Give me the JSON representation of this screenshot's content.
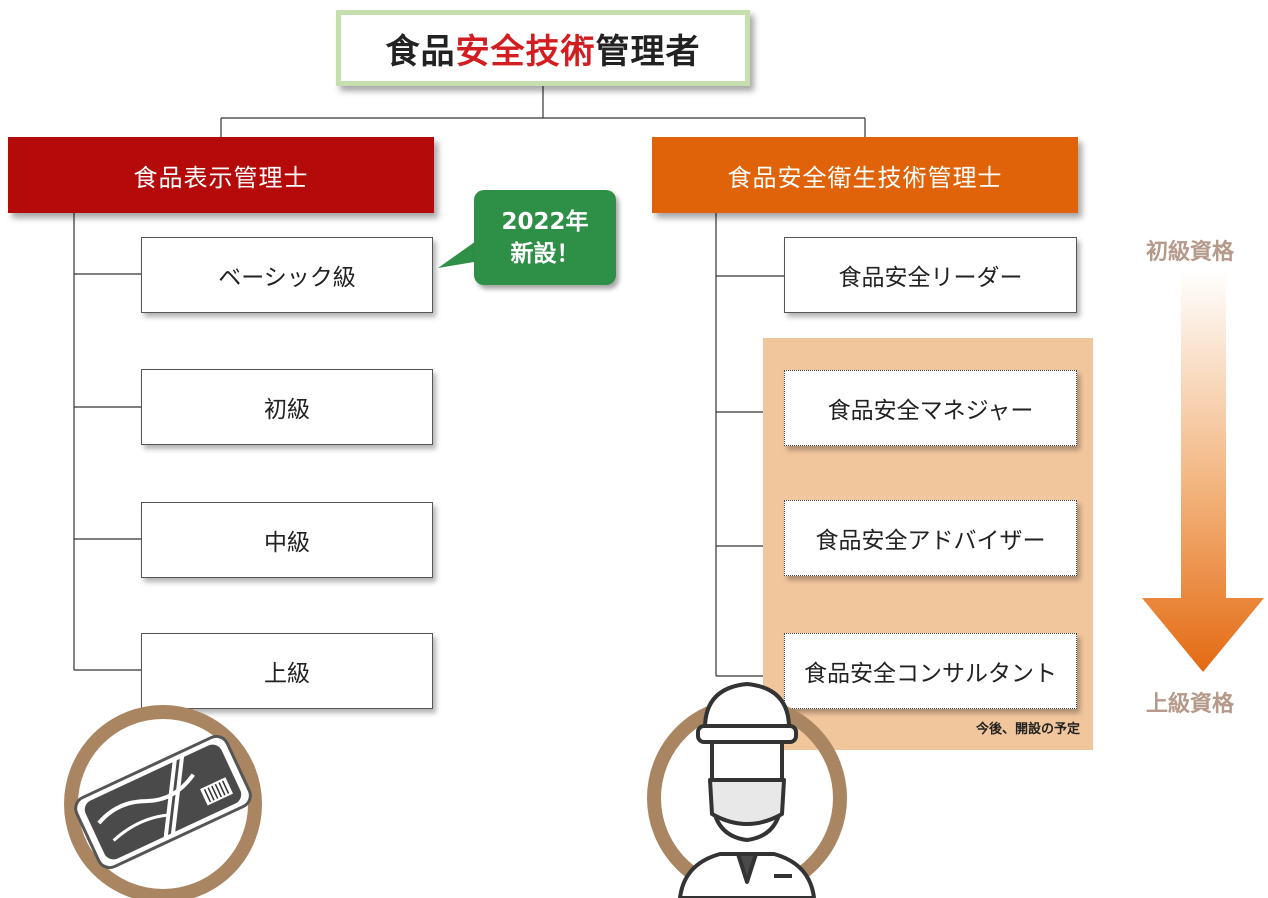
{
  "title": {
    "part1": "食品",
    "highlight": "安全技術",
    "part2": "管理者"
  },
  "left_branch": {
    "header": "食品表示管理士",
    "items": [
      "ベーシック級",
      "初級",
      "中級",
      "上級"
    ],
    "badge": {
      "line1": "2022年",
      "line2": "新設！"
    }
  },
  "right_branch": {
    "header": "食品安全衛生技術管理士",
    "items": [
      "食品安全リーダー",
      "食品安全マネジャー",
      "食品安全アドバイザー",
      "食品安全コンサルタント"
    ],
    "note": "今後、開設の予定"
  },
  "scale": {
    "top": "初級資格",
    "bottom": "上級資格"
  },
  "colors": {
    "red": "#b40a0a",
    "orange": "#e06309",
    "green": "#2e8f46",
    "title_border": "#c6dfae",
    "planned_bg": "#f2c69d",
    "icon_ring": "#a98661"
  },
  "icons": [
    "food-package-icon",
    "masked-worker-icon",
    "down-arrow-icon"
  ]
}
